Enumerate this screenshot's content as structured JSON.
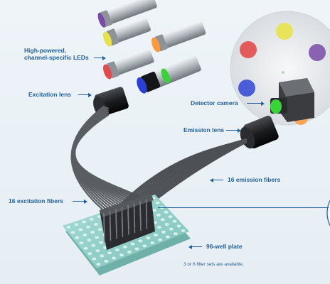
{
  "labels": {
    "leds_line1": "High-powered,",
    "leds_line2": "channel-specific LEDs",
    "excitation_lens": "Excitation lens",
    "detector_camera": "Detector camera",
    "emission_lens": "Emission lens",
    "emission_fibers": "16 emission fibers",
    "excitation_fibers": "16 excitation fibers",
    "plate": "96-well plate",
    "filter_note": "3 or 6 filter sets are available."
  },
  "colors": {
    "label": "#1f5f9a",
    "plate": "#8fd0c8",
    "led_purple": "#7a4aa8",
    "led_orange": "#ff9a3c",
    "led_yellow": "#e8e24a",
    "led_red": "#e34b4b",
    "led_blue": "#2b3fd6",
    "led_green": "#38d438"
  }
}
